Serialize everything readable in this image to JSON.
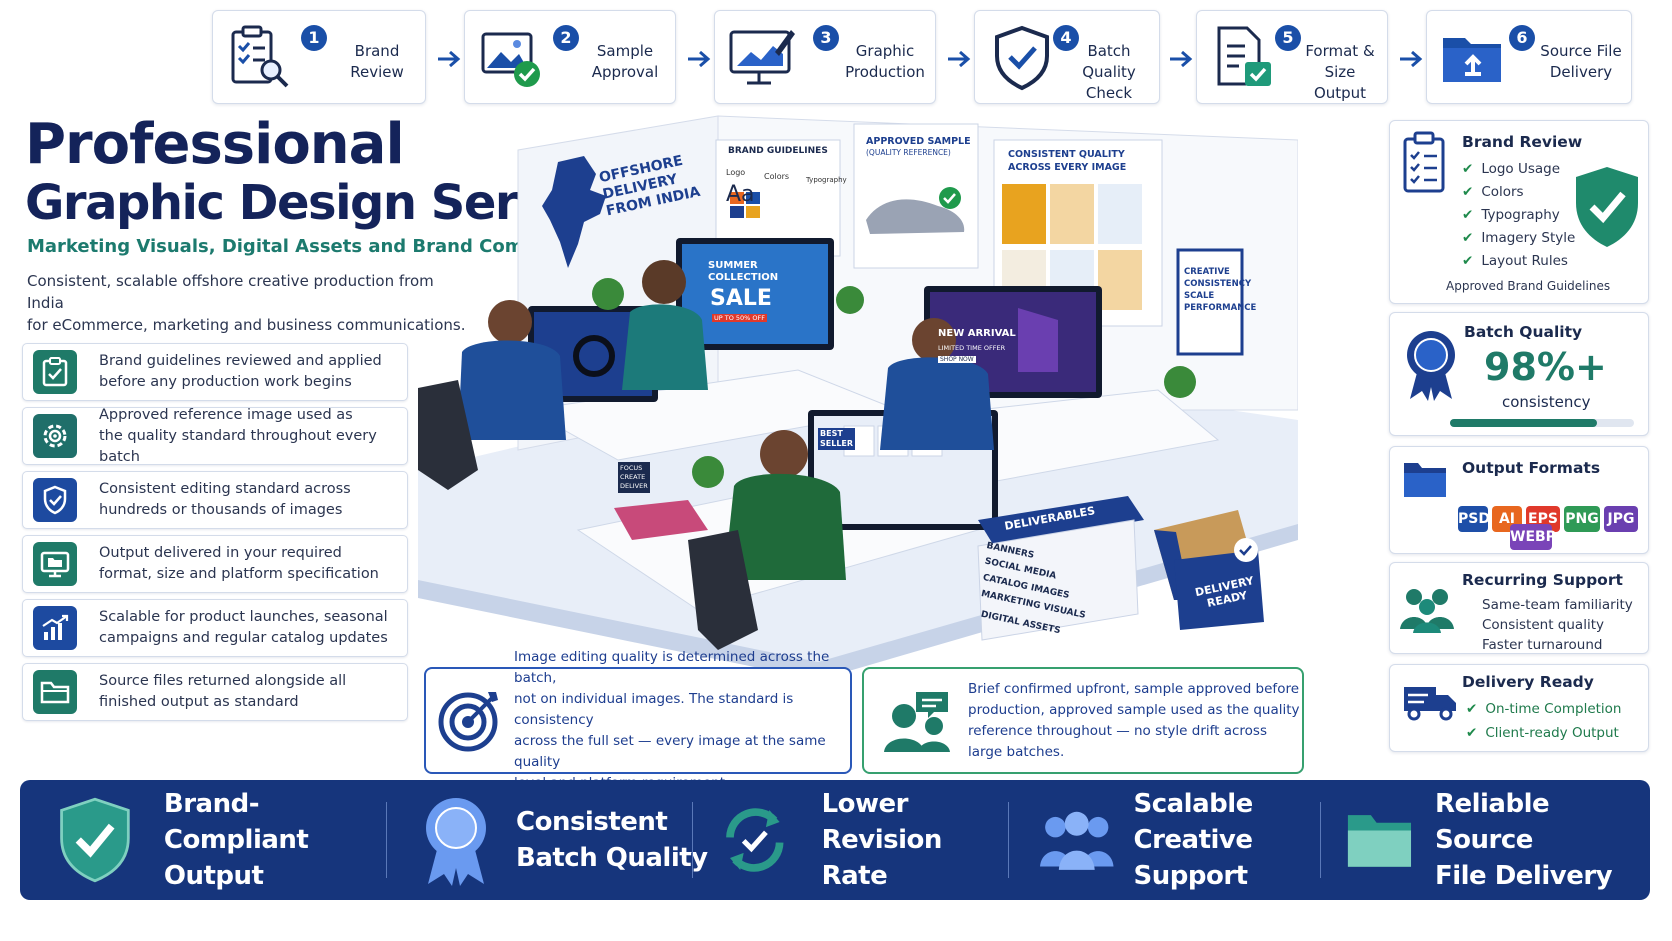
{
  "steps": [
    {
      "num": "1",
      "label": "Brand\nReview"
    },
    {
      "num": "2",
      "label": "Sample\nApproval"
    },
    {
      "num": "3",
      "label": "Graphic\nProduction"
    },
    {
      "num": "4",
      "label": "Batch\nQuality Check"
    },
    {
      "num": "5",
      "label": "Format &\nSize Output"
    },
    {
      "num": "6",
      "label": "Source File\nDelivery"
    }
  ],
  "hero": {
    "title_line1": "Professional",
    "title_line2": "Graphic Design Services",
    "subtitle": "Marketing Visuals, Digital Assets and Brand Communication",
    "description": "Consistent, scalable offshore creative production from India\nfor eCommerce, marketing and business communications."
  },
  "features": [
    {
      "text": "Brand guidelines reviewed and applied\nbefore any production work begins",
      "icon": "clipboard-check-icon"
    },
    {
      "text": "Approved reference image used as\nthe quality standard throughout every batch",
      "icon": "gear-target-icon"
    },
    {
      "text": "Consistent editing standard across\nhundreds or thousands of images",
      "icon": "shield-check-icon"
    },
    {
      "text": "Output delivered in your required\nformat, size and platform specification",
      "icon": "monitor-folder-icon"
    },
    {
      "text": "Scalable for product launches, seasonal\ncampaigns and regular catalog updates",
      "icon": "growth-chart-icon"
    },
    {
      "text": "Source files returned alongside all\nfinished output as standard",
      "icon": "folder-icon"
    }
  ],
  "scene": {
    "offshore_sign": "OFFSHORE\nDELIVERY\nFROM INDIA",
    "brand_guidelines": "BRAND GUIDELINES",
    "bg_logo": "Logo",
    "bg_colors": "Colors",
    "bg_typography": "Typography",
    "bg_aa": "Aa",
    "approved_sample": "APPROVED SAMPLE",
    "approved_sample_sub": "(QUALITY REFERENCE)",
    "consistent_quality": "CONSISTENT QUALITY\nACROSS EVERY IMAGE",
    "creative_poster": "CREATIVE\nCONSISTENCY\nSCALE\nPERFORMANCE",
    "screen_summer": "SUMMER\nCOLLECTION",
    "screen_sale": "SALE",
    "screen_sale_sub": "UP TO 50% OFF",
    "screen_new_arrival": "NEW ARRIVAL",
    "screen_limited": "LIMITED TIME OFFER",
    "screen_shop": "SHOP NOW",
    "screen_best_seller": "BEST\nSELLER",
    "mug_text": "FOCUS\nCREATE\nDELIVER",
    "deliverables": "DELIVERABLES",
    "book_spines": [
      "BANNERS",
      "SOCIAL MEDIA",
      "CATALOG IMAGES",
      "MARKETING VISUALS",
      "DIGITAL ASSETS"
    ],
    "delivery_box": "DELIVERY\nREADY"
  },
  "info_boxes": [
    {
      "text": "Image editing quality is determined across the batch,\nnot on individual images. The standard is consistency\nacross the full set — every image at the same quality\nlevel and platform requirement.",
      "icon": "target-icon"
    },
    {
      "text": "Brief confirmed upfront, sample approved before\nproduction, approved sample used as the quality\nreference throughout — no style drift across\nlarge batches.",
      "icon": "team-chat-icon"
    }
  ],
  "right_panels": {
    "brand_review": {
      "title": "Brand Review",
      "items": [
        "Logo Usage",
        "Colors",
        "Typography",
        "Imagery Style",
        "Layout Rules"
      ],
      "footer": "Approved Brand Guidelines"
    },
    "batch_quality": {
      "title": "Batch Quality",
      "value": "98%+",
      "label": "consistency",
      "progress": 0.8
    },
    "output_formats": {
      "title": "Output Formats",
      "formats": [
        {
          "label": "PSD",
          "color": "#1e4fa8"
        },
        {
          "label": "AI",
          "color": "#e8671f"
        },
        {
          "label": "EPS",
          "color": "#e0392b"
        },
        {
          "label": "PNG",
          "color": "#2f9a56"
        },
        {
          "label": "JPG",
          "color": "#6a3fb0"
        },
        {
          "label": "WEBP",
          "color": "#7a44b8"
        }
      ]
    },
    "recurring_support": {
      "title": "Recurring Support",
      "lines": [
        "Same-team familiarity",
        "Consistent quality",
        "Faster turnaround"
      ]
    },
    "delivery_ready": {
      "title": "Delivery Ready",
      "items": [
        "On-time Completion",
        "Client-ready Output"
      ]
    }
  },
  "benefits": [
    {
      "label": "Brand-Compliant\nOutput",
      "icon": "shield-check-icon"
    },
    {
      "label": "Consistent\nBatch Quality",
      "icon": "award-ribbon-icon"
    },
    {
      "label": "Lower\nRevision Rate",
      "icon": "refresh-check-icon"
    },
    {
      "label": "Scalable\nCreative Support",
      "icon": "team-icon"
    },
    {
      "label": "Reliable Source\nFile Delivery",
      "icon": "folder-icon"
    }
  ],
  "colors": {
    "navy": "#16357c",
    "brand_blue": "#1a4fa8",
    "teal": "#1c7a6e",
    "green": "#1f8a4c"
  }
}
